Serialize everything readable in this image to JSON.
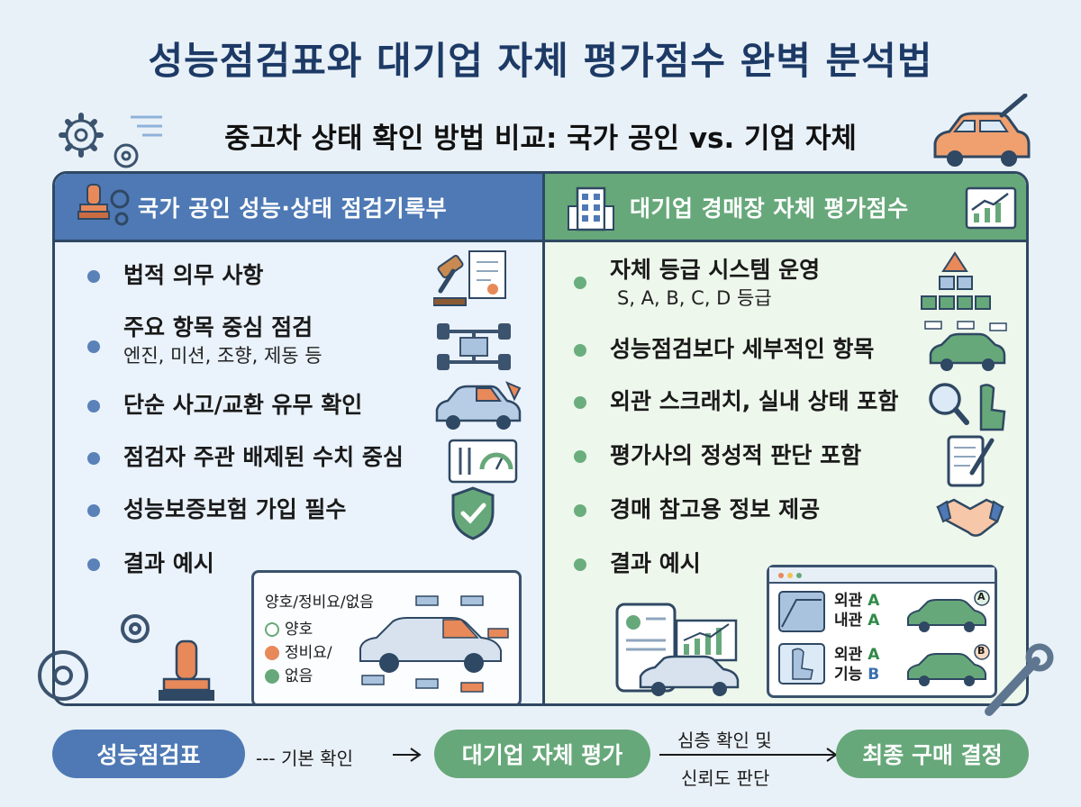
{
  "title": "성능점검표와 대기업 자체 평가점수 완벽 분석법",
  "subtitle": "중고차 상태 확인 방법 비교: 국가 공인 vs. 기업 자체",
  "left": {
    "header": "국가 공인 성능·상태 점검기록부",
    "items": [
      {
        "main": "법적 의무 사항",
        "icon": "gavel-icon"
      },
      {
        "main": "주요 항목 중심 점검",
        "sub": "엔진, 미션, 조향, 제동 등",
        "icon": "chassis-icon"
      },
      {
        "main": "단순 사고/교환 유무 확인",
        "icon": "damaged-car-icon"
      },
      {
        "main": "점검자 주관 배제된 수치 중심",
        "icon": "gauge-icon"
      },
      {
        "main": "성능보증보험 가입 필수",
        "icon": "shield-check-icon"
      },
      {
        "main": "결과 예시"
      }
    ],
    "example": {
      "title": "양호/정비요/없음",
      "legend": [
        "양호",
        "정비요/",
        "없음"
      ]
    }
  },
  "right": {
    "header": "대기업 경매장 자체 평가점수",
    "items": [
      {
        "main": "자체 등급 시스템 운영",
        "sub": "S, A, B, C, D 등급",
        "icon": "pyramid-icon"
      },
      {
        "main": "성능점검보다 세부적인 항목",
        "icon": "car-detail-icon"
      },
      {
        "main": "외관 스크래치, 실내 상태 포함",
        "icon": "magnifier-seat-icon"
      },
      {
        "main": "평가사의 정성적 판단 포함",
        "icon": "tablet-pen-icon"
      },
      {
        "main": "경매 참고용 정보 제공",
        "icon": "handshake-icon"
      },
      {
        "main": "결과 예시"
      }
    ],
    "example": {
      "rows": [
        {
          "l1": "외관",
          "g1": "A",
          "l2": "내관",
          "g2": "A",
          "badge": "A"
        },
        {
          "l1": "외관",
          "g1": "A",
          "l2": "기능",
          "g2": "B",
          "badge": "B"
        }
      ]
    }
  },
  "flow": {
    "step1": "성능점검표",
    "arrow1": "--- 기본 확인",
    "step2": "대기업 자체 평가",
    "arrow2_line1": "심층 확인 및",
    "arrow2_line2": "신뢰도 판단",
    "step3": "최종 구매 결정"
  },
  "colors": {
    "navy": "#1d3a66",
    "blue": "#4e79b5",
    "green": "#67a87a",
    "orange": "#e8895a"
  }
}
